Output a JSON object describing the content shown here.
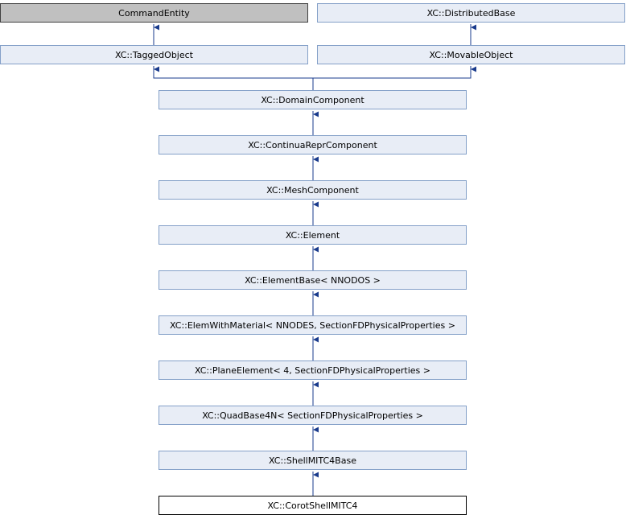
{
  "nodes": {
    "command_entity": "CommandEntity",
    "distributed_base": "XC::DistributedBase",
    "tagged_object": "XC::TaggedObject",
    "movable_object": "XC::MovableObject",
    "domain_component": "XC::DomainComponent",
    "continua_repr_component": "XC::ContinuaReprComponent",
    "mesh_component": "XC::MeshComponent",
    "element": "XC::Element",
    "element_base": "XC::ElementBase< NNODOS >",
    "elem_with_material": "XC::ElemWithMaterial< NNODES, SectionFDPhysicalProperties >",
    "plane_element": "XC::PlaneElement< 4, SectionFDPhysicalProperties >",
    "quad_base4n": "XC::QuadBase4N< SectionFDPhysicalProperties >",
    "shell_mitc4_base": "XC::ShellMITC4Base",
    "corot_shell_mitc4": "XC::CorotShellMITC4"
  },
  "colors": {
    "node_fill": "#e8edf6",
    "node_border": "#84a0c8",
    "root_fill": "#c0c0c0",
    "current_fill": "#ffffff",
    "edge": "#1a3b8c"
  }
}
